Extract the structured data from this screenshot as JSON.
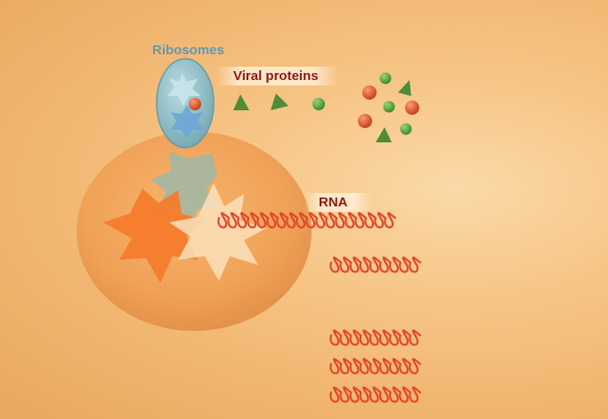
{
  "labels": {
    "ribosomes": "Ribosomes",
    "viral_proteins": "Viral proteins",
    "rna": "RNA"
  },
  "colors": {
    "ribosomes_label": "#5f9aae",
    "viral_label": "#8a1a12",
    "rna_label": "#8a1a12",
    "rna_strand": "#e2462a",
    "protein_triangle": "#4f8c35",
    "protein_green_sphere": "#5aa83c",
    "protein_orange_sphere": "#e2572a",
    "ribosome_body": "#8fc3cf",
    "host_cell": "#f2a25a"
  },
  "icons": {
    "ribosome": "ribosome-icon",
    "triangle_protein": "triangle-protein-icon",
    "sphere_protein": "sphere-protein-icon",
    "rna_coil": "rna-coil-icon",
    "receptor_star": "star-receptor-icon"
  }
}
